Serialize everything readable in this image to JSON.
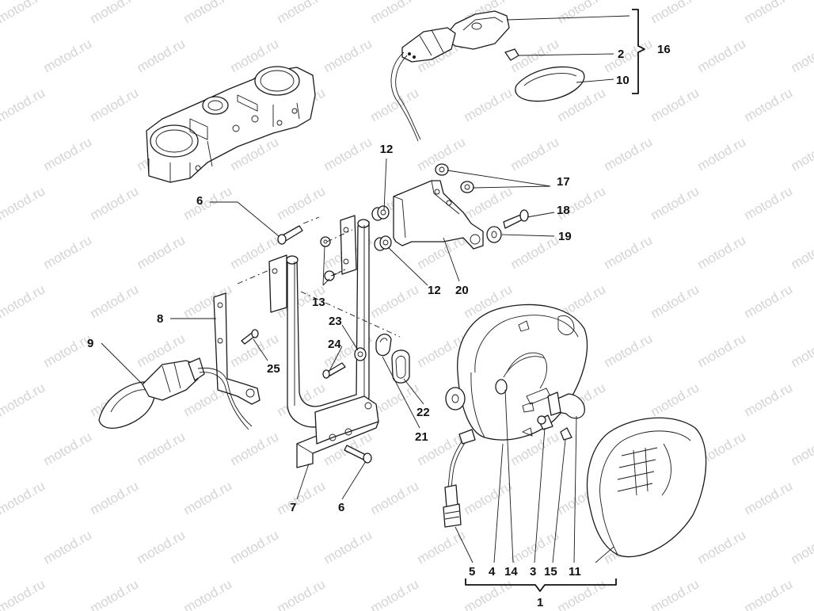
{
  "watermark": {
    "text": "motod.ru"
  },
  "part_numbers": [
    "1",
    "2",
    "3",
    "4",
    "5",
    "6",
    "6",
    "7",
    "8",
    "9",
    "10",
    "11",
    "12",
    "12",
    "13",
    "14",
    "15",
    "16",
    "17",
    "18",
    "19",
    "20",
    "21",
    "22",
    "23",
    "24",
    "25"
  ],
  "colors": {
    "ink": "#1a1a1a",
    "watermark": "#d4d4d4",
    "background": "#ffffff"
  }
}
